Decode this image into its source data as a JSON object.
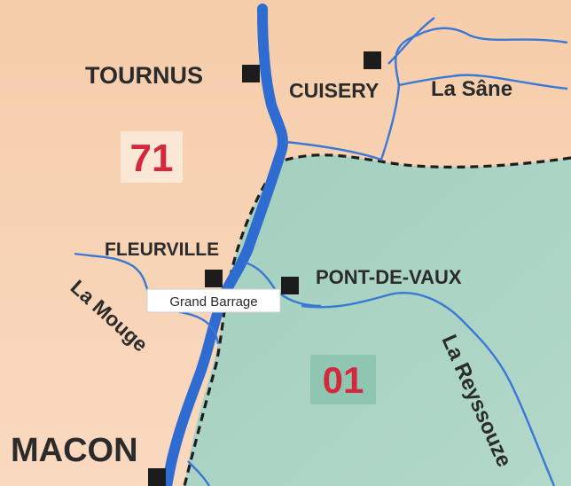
{
  "map": {
    "colors": {
      "dept71_fill": "#f8d2b4",
      "dept01_fill": "#a9d2c2",
      "river_main": "#2e6cd1",
      "river_minor": "#3a78d6",
      "boundary": "#1e1e1e",
      "dept_number": "#d6283c",
      "town_marker": "#1c1c1c",
      "label_text": "#2b2b2b"
    },
    "departments": {
      "north": {
        "number": "71"
      },
      "south": {
        "number": "01"
      }
    },
    "towns": {
      "tournus": {
        "name": "TOURNUS",
        "icon": "square-marker-icon"
      },
      "cuisery": {
        "name": "CUISERY",
        "icon": "square-marker-icon"
      },
      "fleurville": {
        "name": "FLEURVILLE",
        "icon": "square-marker-icon"
      },
      "pont_de_vaux": {
        "name": "PONT-DE-VAUX",
        "icon": "square-marker-icon"
      },
      "macon": {
        "name": "MACON",
        "icon": "square-marker-icon"
      }
    },
    "rivers": {
      "sane": {
        "name": "La Sâne"
      },
      "mouge": {
        "name": "La Mouge"
      },
      "reyssouze": {
        "name": "La Reyssouze"
      }
    },
    "callout": {
      "text": "Grand Barrage"
    }
  }
}
